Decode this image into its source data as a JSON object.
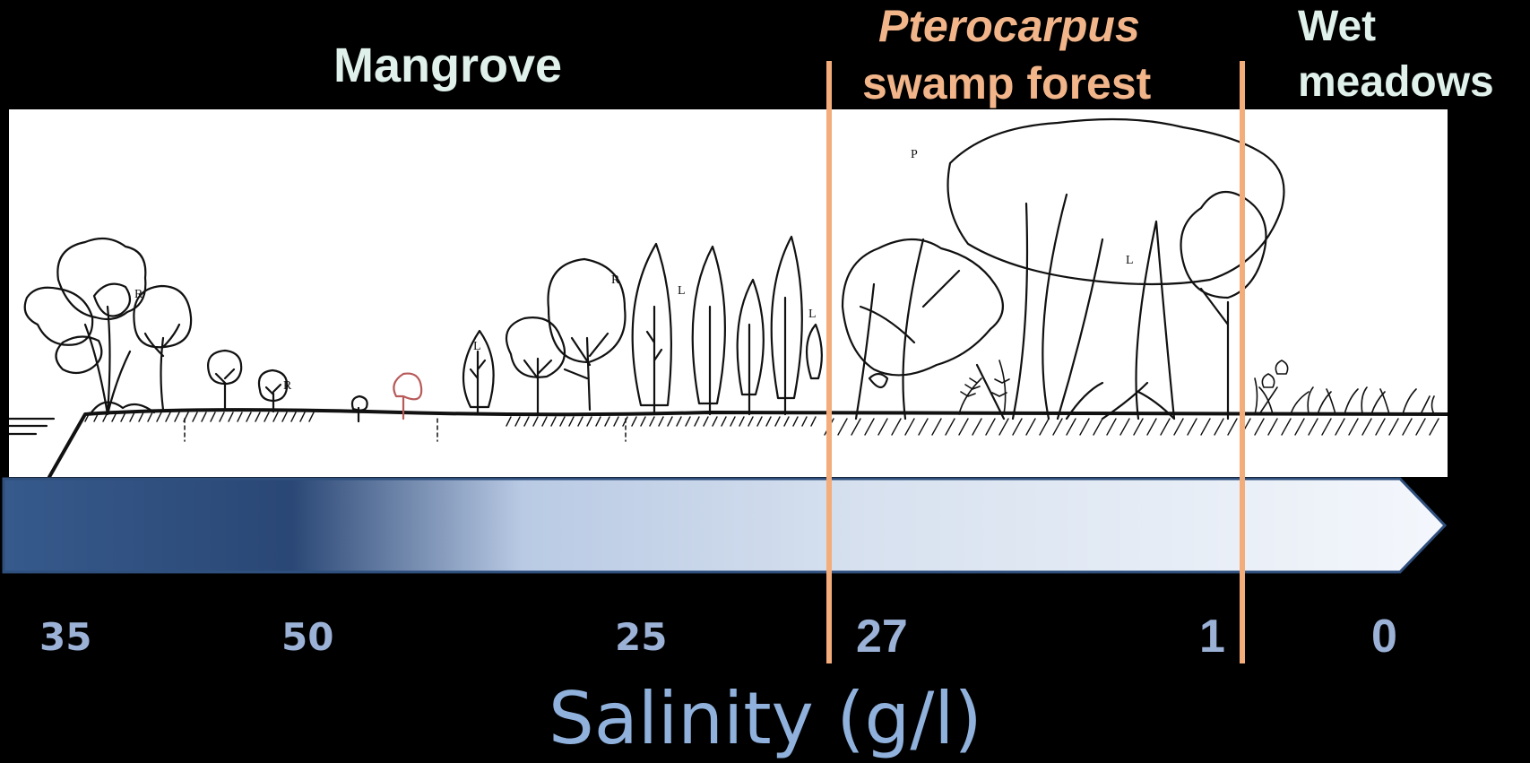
{
  "zones": {
    "mangrove": "Mangrove",
    "pterocarpus_line1": "Pterocarpus",
    "pterocarpus_line2": "swamp forest",
    "wet_line1": "Wet",
    "wet_line2": "meadows"
  },
  "tree_letters": {
    "r1": "R",
    "r2": "R",
    "r3": "R",
    "l1": "L",
    "l2": "L",
    "l3": "L",
    "l4": "L",
    "p1": "P"
  },
  "salinity_values": [
    "35",
    "50",
    "25",
    "27",
    "1",
    "0"
  ],
  "axis_label": "Salinity (g/l)",
  "colors": {
    "background": "#000000",
    "zone_label": "#dff1ea",
    "pterocarpus_label": "#f2b58a",
    "boundary_line": "#f3ad7b",
    "salinity_dark": "#2a4775",
    "salinity_light": "#f4f7fc",
    "value_text": "#9bb1d6"
  }
}
